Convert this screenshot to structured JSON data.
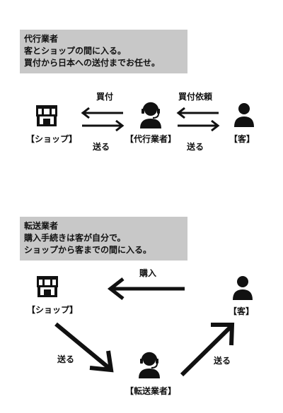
{
  "section1": {
    "box_lines": [
      "代行業者",
      "客とショップの間に入る。",
      "買付から日本への送付までお任せ。"
    ],
    "nodes": {
      "shop": "【ショップ】",
      "agent": "【代行業者】",
      "customer": "【客】"
    },
    "arrow_labels": {
      "buy": "買付",
      "buy_request": "買付依頼",
      "send_left": "送る",
      "send_right": "送る"
    }
  },
  "section2": {
    "box_lines": [
      "転送業者",
      "購入手続きは客が自分で。",
      "ショップから客までの間に入る。"
    ],
    "nodes": {
      "shop": "【ショップ】",
      "customer": "【客】",
      "forwarder": "【転送業者】"
    },
    "arrow_labels": {
      "purchase": "購入",
      "send_down": "送る",
      "send_up": "送る"
    }
  },
  "icons": [
    "shop-icon",
    "operator-headset-icon",
    "person-icon"
  ],
  "colors": {
    "box_bg": "#c8c8c8",
    "ink": "#111111"
  }
}
